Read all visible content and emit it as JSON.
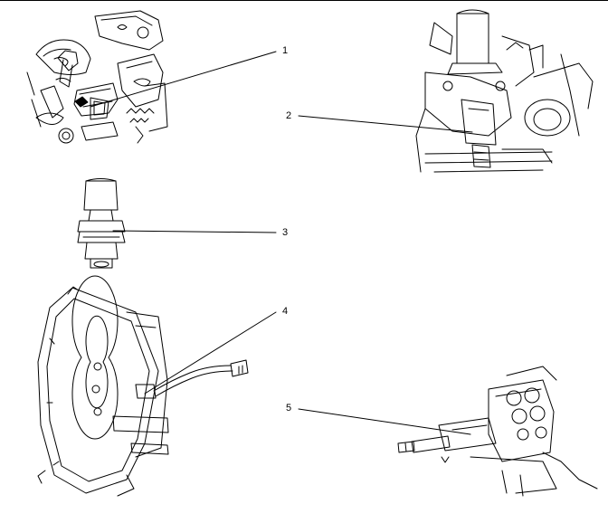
{
  "figure": {
    "callouts": [
      {
        "id": "1",
        "label": "1"
      },
      {
        "id": "2",
        "label": "2"
      },
      {
        "id": "3",
        "label": "3"
      },
      {
        "id": "4",
        "label": "4"
      },
      {
        "id": "5",
        "label": "5"
      }
    ]
  },
  "colors": {
    "line": "#000000",
    "background": "#ffffff",
    "shade": "#cfcfcf"
  }
}
